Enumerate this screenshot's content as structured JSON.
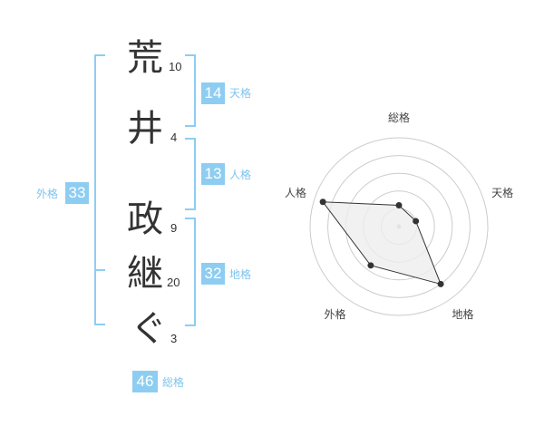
{
  "name_chars": [
    {
      "char": "荒",
      "strokes": "10"
    },
    {
      "char": "井",
      "strokes": "4"
    },
    {
      "char": "政",
      "strokes": "9"
    },
    {
      "char": "継",
      "strokes": "20"
    },
    {
      "char": "ぐ",
      "strokes": "3"
    }
  ],
  "kakusu": {
    "tenkaku": {
      "value": "14",
      "label": "天格"
    },
    "jinkaku": {
      "value": "13",
      "label": "人格"
    },
    "chikaku": {
      "value": "32",
      "label": "地格"
    },
    "gaikaku": {
      "value": "33",
      "label": "外格"
    },
    "soukaku": {
      "value": "46",
      "label": "総格"
    }
  },
  "chart_data": {
    "type": "radar",
    "axes": [
      "総格",
      "天格",
      "地格",
      "外格",
      "人格"
    ],
    "values": [
      1.2,
      1.0,
      4.0,
      2.7,
      4.5
    ],
    "max": 5,
    "rings": 5,
    "colors": {
      "fill": "#eeeeee",
      "stroke": "#333333",
      "ring": "#cccccc"
    }
  }
}
